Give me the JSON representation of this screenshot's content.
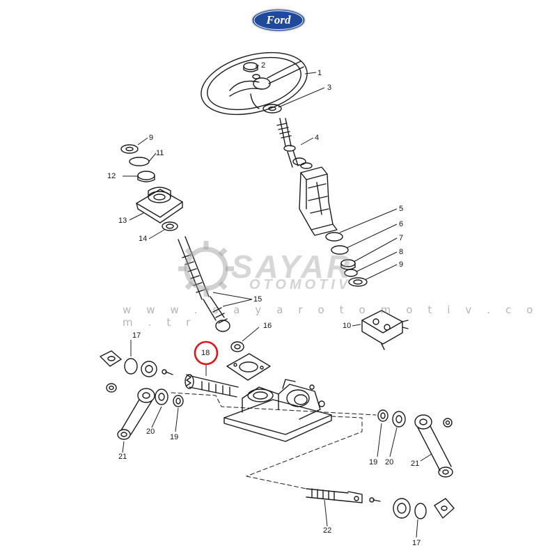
{
  "brand": {
    "logo_text": "Ford",
    "logo_color": "#1f4a9c"
  },
  "watermark": {
    "name": "SAYAR",
    "sub": "OTOMOTIV",
    "url": "w w w . s a y a r o t o m o t i v . c o m . t r",
    "color": "#9a9a9a"
  },
  "highlight": {
    "label": "18",
    "color": "#e0131b"
  },
  "callouts": [
    "1",
    "2",
    "3",
    "4",
    "5",
    "6",
    "7",
    "8",
    "9",
    "9",
    "10",
    "11",
    "12",
    "13",
    "14",
    "15",
    "16",
    "17",
    "17",
    "18",
    "19",
    "19",
    "20",
    "20",
    "21",
    "21",
    "22"
  ]
}
